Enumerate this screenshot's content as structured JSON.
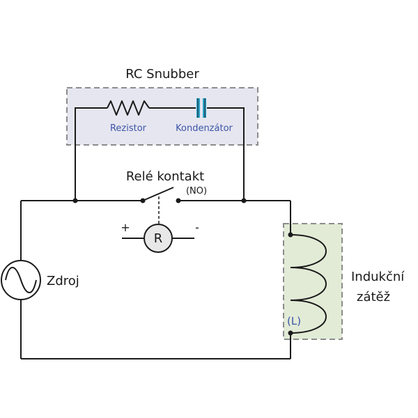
{
  "diagram": {
    "snubber_title": "RC Snubber",
    "resistor_label": "Rezistor",
    "capacitor_label": "Kondenzátor",
    "relay_contact_label": "Relé kontakt",
    "no_label": "(NO)",
    "relay_coil_letter": "R",
    "plus_sign": "+",
    "minus_sign": "-",
    "source_label": "Zdroj",
    "load_label_line1": "Indukční",
    "load_label_line2": "zátěž",
    "inductor_letter": "(L)",
    "colors": {
      "wire": "#1a1a1a",
      "snubber_fill": "#e6e6f0",
      "snubber_border": "#8c8c8c",
      "load_fill": "#e2ebd6",
      "load_border": "#8c8c8c",
      "capacitor_accent": "#2aa3c9",
      "component_label": "#3b55a8"
    }
  }
}
